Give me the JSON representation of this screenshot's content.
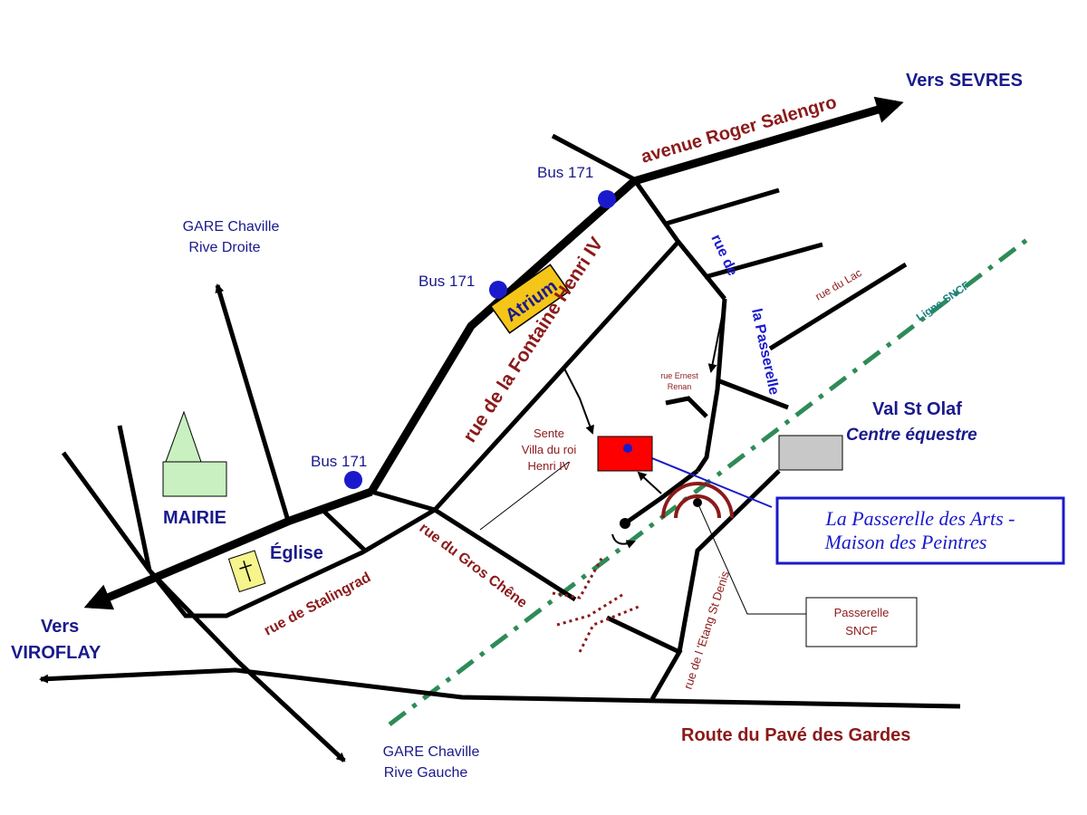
{
  "destinations": {
    "sevres": "Vers SEVRES",
    "viroflay_1": "Vers",
    "viroflay_2": "VIROFLAY",
    "gare_droite_1": "GARE  Chaville",
    "gare_droite_2": "Rive Droite",
    "gare_gauche_1": "GARE  Chaville",
    "gare_gauche_2": "Rive Gauche"
  },
  "streets": {
    "roger_salengro": "avenue Roger Salengro",
    "fontaine_henri": "rue de la Fontaine Henri IV",
    "passerelle_1": "rue de",
    "passerelle_2": "la Passerelle",
    "lac": "rue du Lac",
    "ernest_renan_1": "rue Ernest",
    "ernest_renan_2": "Renan",
    "stalingrad": "rue  de Stalingrad",
    "gros_chene": "rue du Gros Chêne",
    "etang_st_denis": "rue de l 'Etang St Denis",
    "pave_des_gardes": "Route du Pavé des Gardes"
  },
  "bus_stops": [
    "Bus 171",
    "Bus 171",
    "Bus 171"
  ],
  "places": {
    "atrium": "Atrium",
    "mairie": "MAIRIE",
    "eglise": "Église",
    "sente_1": "Sente",
    "sente_2": "Villa du roi",
    "sente_3": "Henri IV",
    "val_st_olaf": "Val St Olaf",
    "centre_equestre": "Centre équestre",
    "ligne_sncf": "Ligne SNCF",
    "passerelle_sncf_1": "Passerelle",
    "passerelle_sncf_2": "SNCF"
  },
  "destination_box": {
    "line1": "La Passerelle des Arts -",
    "line2": "Maison des Peintres"
  },
  "colors": {
    "road": "#000000",
    "navy_text": "#1a1a8c",
    "street_text": "#8b1a1a",
    "passerelle_text": "#1a1acc",
    "atrium_fill": "#f5c518",
    "mairie_fill": "#c8f0c0",
    "eglise_fill": "#f5f58c",
    "target_fill": "#ff0000",
    "val_st_olaf_fill": "#c8c8c8",
    "sncf_line": "#2e8b57",
    "bus_stop": "#1a1acc"
  },
  "icons": [
    "bus-stop-icon",
    "church-cross-icon",
    "mairie-building-icon",
    "footbridge-arch-icon",
    "turn-arrow-icon"
  ]
}
